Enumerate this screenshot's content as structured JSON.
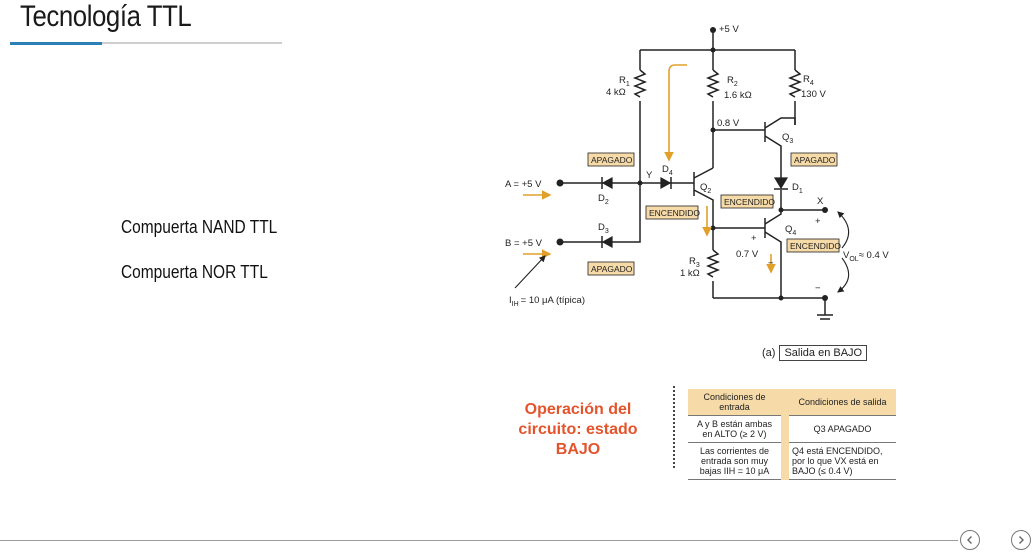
{
  "title": "Tecnología TTL",
  "bullets": [
    "Compuerta NAND TTL",
    "Compuerta NOR  TTL"
  ],
  "circuit": {
    "vcc": "+5 V",
    "r1": "R",
    "r1_sub": "1",
    "r1_val": "4 kΩ",
    "r2": "R",
    "r2_sub": "2",
    "r2_val": "1.6 kΩ",
    "r3": "R",
    "r3_sub": "3",
    "r3_val": "1 kΩ",
    "r4": "R",
    "r4_sub": "4",
    "r4_val": "130 V",
    "q2": "Q",
    "q2_sub": "2",
    "q3": "Q",
    "q3_sub": "3",
    "q4": "Q",
    "q4_sub": "4",
    "d1": "D",
    "d1_sub": "1",
    "d2": "D",
    "d2_sub": "2",
    "d3": "D",
    "d3_sub": "3",
    "d4": "D",
    "d4_sub": "4",
    "v08": "0.8 V",
    "v07": "0.7 V",
    "input_a": "A = +5 V",
    "input_b": "B = +5 V",
    "node_y": "Y",
    "node_x": "X",
    "plus_out": "+",
    "minus_out": "−",
    "plus_q4": "+",
    "minus_q4": "−",
    "vol_label": "V",
    "vol_sub": "OL",
    "vol_val": "≈ 0.4 V",
    "iih_label": "I",
    "iih_sub": "IH",
    "iih_val": "= 10 μA (típica)",
    "tag_apagado_top": "APAGADO",
    "tag_apagado_q3": "APAGADO",
    "tag_apagado_bottom": "APAGADO",
    "tag_encendido_q2": "ENCENDIDO",
    "tag_encendido_mid": "ENCENDIDO",
    "tag_encendido_q4": "ENCENDIDO"
  },
  "caption": {
    "prefix": "(a)",
    "text": "Salida en BAJO"
  },
  "operation_label": "Operación del circuito: estado BAJO",
  "table": {
    "header_in": "Condiciones de entrada",
    "header_out": "Condiciones de salida",
    "rows": [
      {
        "in": "A y B están ambas en ALTO (≥ 2 V)",
        "out": "Q3 APAGADO"
      },
      {
        "in": "Las corrientes de entrada son muy bajas IIH = 10 μA",
        "out": "Q4 está ENCENDIDO, por lo que VX está en BAJO (≤ 0.4 V)"
      }
    ]
  },
  "colors": {
    "accent": "#2d7fb8",
    "tag_fill": "#f6dba8",
    "current_arrow": "#e0a02a",
    "operation_text": "#e4542c"
  },
  "nav": {
    "prev_icon": "chevron-left-icon",
    "next_icon": "chevron-right-icon"
  }
}
